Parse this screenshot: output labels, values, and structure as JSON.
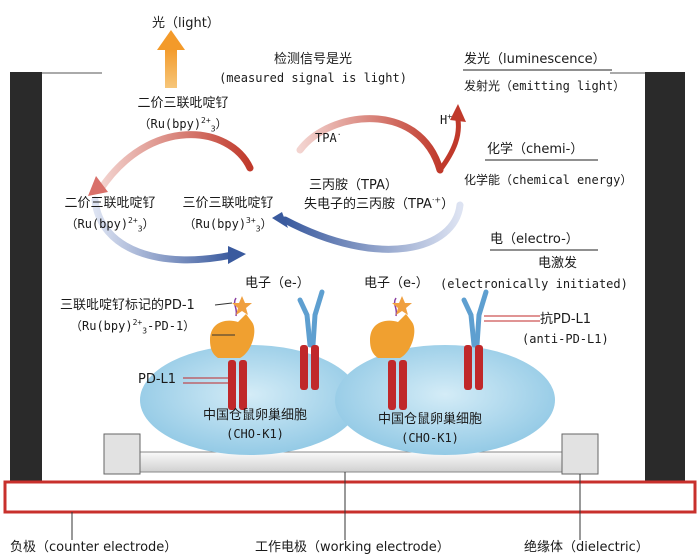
{
  "labels": {
    "light": "光（light）",
    "signal_cn": "检测信号是光",
    "signal_en": "(measured signal is light)",
    "luminescence": "发光（luminescence）",
    "emitting": "发射光（emitting light）",
    "ru_top_cn": "二价三联吡啶钌",
    "ru_top_formula": "（Ru(bpy)",
    "ru_top_sup": "2+",
    "ru_top_sub": "3",
    "ru_top_close": "）",
    "tpa_radical": "TPA",
    "tpa_radical_sup": "·",
    "h_plus": "H",
    "h_plus_sup": "+",
    "chemi": "化学（chemi-）",
    "chemical_energy": "化学能（chemical energy）",
    "ru_left_cn": "二价三联吡啶钌",
    "ru_left_formula": "（Ru(bpy)",
    "ru_left_sup": "2+",
    "ru_left_sub": "3",
    "ru_left_close": "）",
    "ru3_cn": "三价三联吡啶钌",
    "ru3_formula": "（Ru(bpy)",
    "ru3_sup": "3+",
    "ru3_sub": "3",
    "ru3_close": "）",
    "tpa": "三丙胺（TPA）",
    "tpa_cation": "失电子的三丙胺（TPA",
    "tpa_cation_sup": "·+",
    "tpa_cation_close": "）",
    "electro": "电（electro-）",
    "electron_left": "电子（e-）",
    "electron_right": "电子（e-）",
    "excitation_cn": "电激发",
    "excitation_en": "(electronically initiated)",
    "pd1_label_cn": "三联吡啶钌标记的PD-1",
    "pd1_label_formula": "（Ru(bpy)",
    "pd1_label_sup": "2+",
    "pd1_label_sub": "3",
    "pd1_label_suffix": "-PD-1）",
    "anti_pd_l1_cn": "抗PD-L1",
    "anti_pd_l1_en": "(anti-PD-L1)",
    "pd_l1": "PD-L1",
    "cho_left_cn": "中国仓鼠卵巢细胞",
    "cho_left_en": "(CHO-K1)",
    "cho_right_cn": "中国仓鼠卵巢细胞",
    "cho_right_en": "(CHO-K1)",
    "counter_electrode": "负极（counter electrode）",
    "working_electrode": "工作电极（working electrode）",
    "dielectric": "绝缘体（dielectric）"
  },
  "colors": {
    "electrode": "#2a2a2a",
    "base_outline": "#c8302c",
    "cell": "#a9d4ea",
    "arrow_red": "#c0392b",
    "arrow_blue": "#3a5a9e",
    "pd_l1_red": "#c0282a",
    "antibody": "#5e9fd0",
    "ru_complex": "#f0a030",
    "star": "#f0a040",
    "light_arrow": "#f3b24a"
  }
}
